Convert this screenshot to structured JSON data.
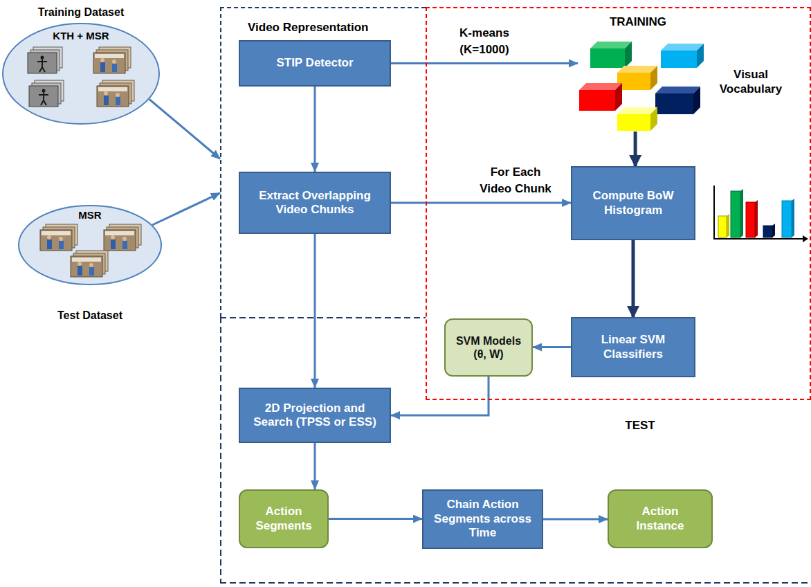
{
  "diagram": {
    "nodes": [
      {
        "text": [
          "Training Dataset",
          "KTH + MSR"
        ]
      },
      {
        "text": [
          "MSR",
          "Test Dataset"
        ]
      },
      {
        "text": [
          "Video Representation"
        ]
      },
      {
        "text": [
          "STIP Detector"
        ],
        "in": 2
      },
      {
        "text": [
          "Extract Overlapping Video Chunks"
        ],
        "in": 2
      },
      {
        "text": [
          "TRAINING"
        ]
      },
      {
        "text": [
          "Visual Vocabulary"
        ],
        "in": 5
      },
      {
        "text": [
          "Compute BoW Histogram"
        ],
        "in": 5
      },
      {
        "text": [
          "Linear SVM Classifiers"
        ],
        "in": 5
      },
      {
        "text": [
          "SVM Models (θ, W)"
        ],
        "in": 5
      },
      {
        "text": [
          "TEST"
        ]
      },
      {
        "text": [
          "2D Projection and Search (TPSS or ESS)"
        ],
        "in": 10
      },
      {
        "text": [
          "Action Segments"
        ],
        "in": 10
      },
      {
        "text": [
          "Chain Action Segments across Time"
        ],
        "in": 10
      },
      {
        "text": [
          "Action Instance"
        ],
        "in": 10
      }
    ],
    "edges": [
      {
        "from": 0,
        "to": 2,
        "arrow": "to"
      },
      {
        "from": 1,
        "to": 2,
        "arrow": "to"
      },
      {
        "from": 3,
        "to": 6,
        "label": "K-means (K=1000)",
        "arrow": "to"
      },
      {
        "from": 3,
        "to": 4,
        "arrow": "to"
      },
      {
        "from": 4,
        "to": 7,
        "label": "For Each Video Chunk",
        "arrow": "to"
      },
      {
        "from": 6,
        "to": 7,
        "arrow": "to"
      },
      {
        "from": 7,
        "to": 8,
        "arrow": "to"
      },
      {
        "from": 8,
        "to": 9,
        "arrow": "to"
      },
      {
        "from": 4,
        "to": 11,
        "arrow": "to"
      },
      {
        "from": 9,
        "to": 11,
        "arrow": "to"
      },
      {
        "from": 11,
        "to": 12,
        "arrow": "to"
      },
      {
        "from": 12,
        "to": 13,
        "arrow": "to"
      },
      {
        "from": 13,
        "to": 14,
        "arrow": "to"
      }
    ]
  }
}
